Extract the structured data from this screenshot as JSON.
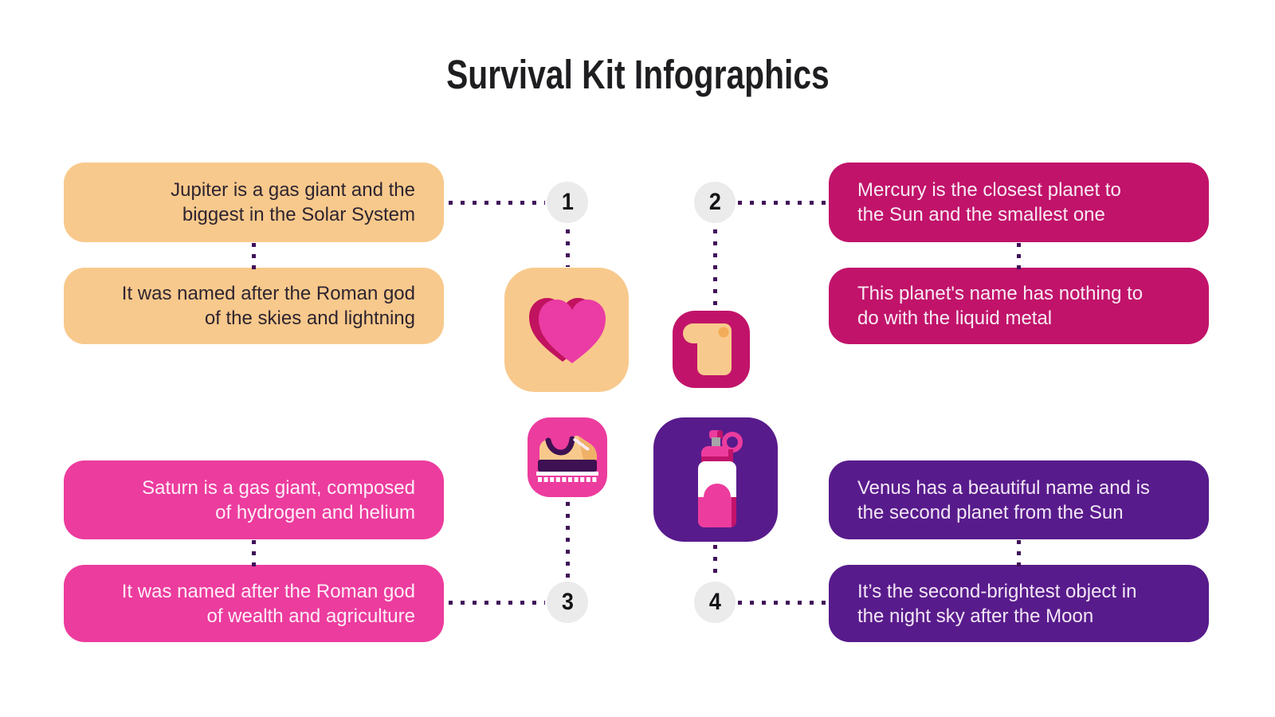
{
  "title": "Survival Kit Infographics",
  "colors": {
    "background": "#FFFFFF",
    "peach": "#F8C98C",
    "magenta": "#C1136A",
    "pink": "#EC3C9E",
    "purple": "#581B8C",
    "dotted_line": "#41115A",
    "number_circle_bg": "#EBEBEB",
    "title_text": "#1E1E21",
    "dark_card_text": "#2E2430",
    "light_card_text": "#F7EAF3",
    "heart_dark": "#C1135F",
    "heart_bright": "#EA3CA4",
    "scroll_paper": "#F8C98C",
    "scroll_detail": "#F3AC59",
    "sneaker_dark_purple": "#3D1152",
    "bottle_gray": "#A7A5A8"
  },
  "sections": [
    {
      "number": "1",
      "icon": "heart-icon",
      "cards": [
        {
          "line1": "Jupiter is a gas giant and the",
          "line2": "biggest in the Solar System"
        },
        {
          "line1": "It was named after the Roman god",
          "line2": "of the skies and lightning"
        }
      ]
    },
    {
      "number": "2",
      "icon": "scroll-icon",
      "cards": [
        {
          "line1": "Mercury is the closest planet to",
          "line2": "the Sun and the smallest one"
        },
        {
          "line1": "This planet's name has nothing to",
          "line2": "do with the liquid metal"
        }
      ]
    },
    {
      "number": "3",
      "icon": "sneaker-icon",
      "cards": [
        {
          "line1": "Saturn is a gas giant, composed",
          "line2": "of hydrogen and helium"
        },
        {
          "line1": "It was named after the Roman god",
          "line2": "of wealth and agriculture"
        }
      ]
    },
    {
      "number": "4",
      "icon": "water-bottle-icon",
      "cards": [
        {
          "line1": "Venus has a beautiful name and is",
          "line2": "the second planet from the Sun"
        },
        {
          "line1": "It’s the second-brightest object in",
          "line2": "the night sky after the Moon"
        }
      ]
    }
  ]
}
